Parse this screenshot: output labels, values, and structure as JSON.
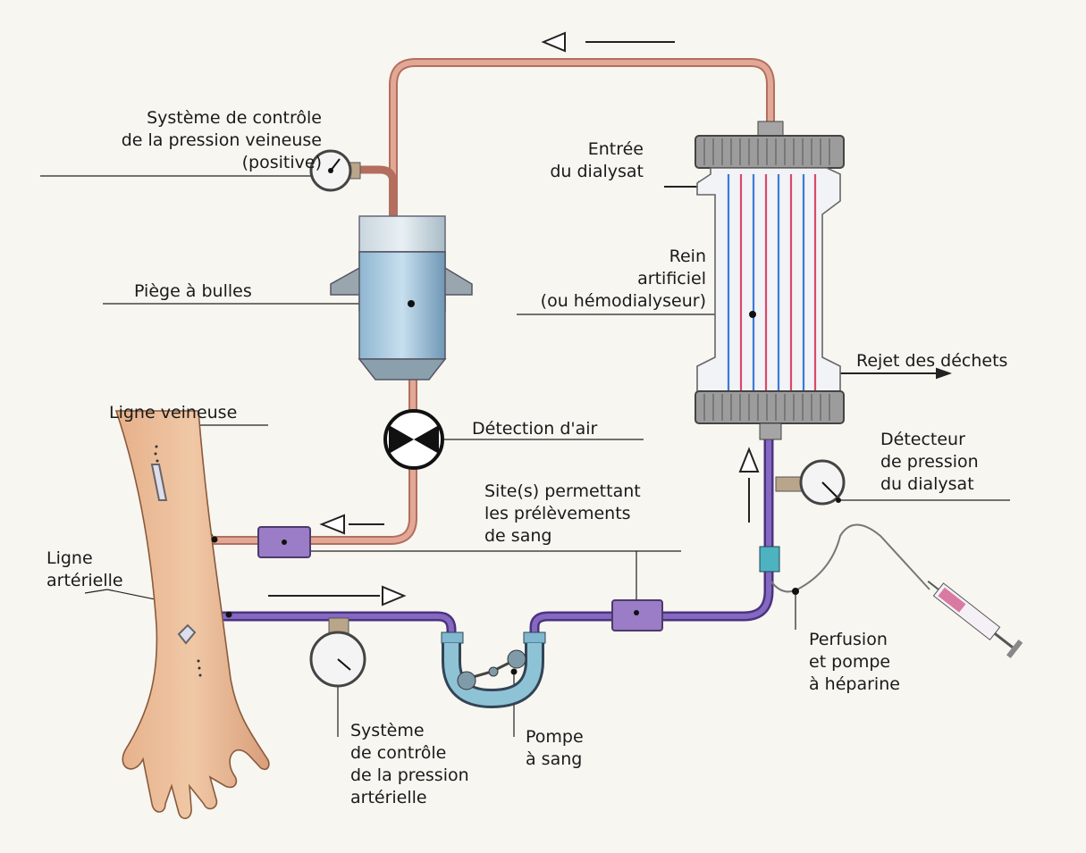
{
  "labels": {
    "venous_pressure_control": "Système de contrôle\nde la pression veineuse\n(positive)",
    "bubble_trap": "Piège à bulles",
    "venous_line": "Ligne veineuse",
    "air_detection": "Détection d'air",
    "sampling_sites": "Site(s) permettant\nles prélèvements\nde sang",
    "arterial_line": "Ligne\nartérielle",
    "arterial_pressure_control": "Système\nde contrôle\nde la pression\nartérielle",
    "blood_pump": "Pompe\nà sang",
    "dialysate_inlet": "Entrée\ndu dialysat",
    "artificial_kidney": "Rein\nartificiel\n(ou hémodialyseur)",
    "waste_outlet": "Rejet des déchets",
    "dialysate_pressure_detector": "Détecteur\nde pression\ndu dialysat",
    "heparin_infusion": "Perfusion\net pompe\nà héparine"
  },
  "colors": {
    "venous_line": "#d99a86",
    "arterial_line": "#7a5bb0",
    "arm_skin": "#e8b994",
    "fiber_red": "#d9486a",
    "fiber_blue": "#3b7ad9",
    "background": "#f7f6f1"
  }
}
